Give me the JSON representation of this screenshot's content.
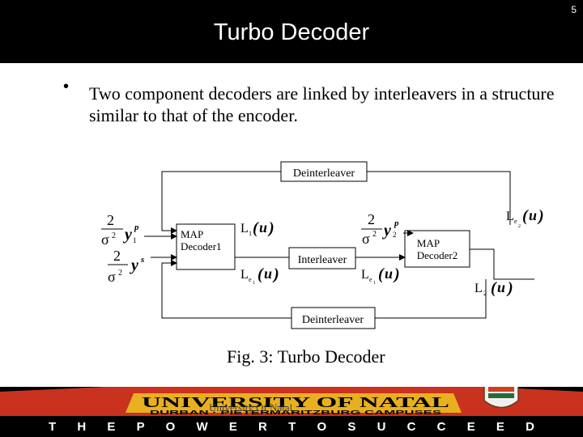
{
  "slide": {
    "page_number": "5",
    "title": "Turbo Decoder",
    "bullet": "Two component decoders are linked by interleavers in a structure similar to that of the encoder.",
    "caption": "Fig. 3: Turbo Decoder"
  },
  "diagram": {
    "deinterleaver_top": "Deinterleaver",
    "deinterleaver_bottom": "Deinterleaver",
    "interleaver": "Interleaver",
    "decoder1_line1": "MAP",
    "decoder1_line2": "Decoder1",
    "decoder2_line1": "MAP",
    "decoder2_line2": "Decoder2",
    "two": "2",
    "sigma": "σ",
    "sq": "2",
    "y": "y",
    "sup_p": "p",
    "sup_s": "s",
    "sub_1": "1",
    "sub_2": "2",
    "L": "L",
    "e": "e",
    "u": "u",
    "lparen": "(",
    "rparen": ")"
  },
  "footer": {
    "banner_name": "UNIVERSITY OF NATAL",
    "banner_campuses": "DURBAN · PIETERMARITZBURG CAMPUSES",
    "motto": "T H E   P O W E R   T O   S U C C E E D",
    "name": "University Of Natal"
  },
  "colors": {
    "header": "#000000",
    "banner_red": "#c8321e",
    "banner_gold": "#e8b020"
  }
}
